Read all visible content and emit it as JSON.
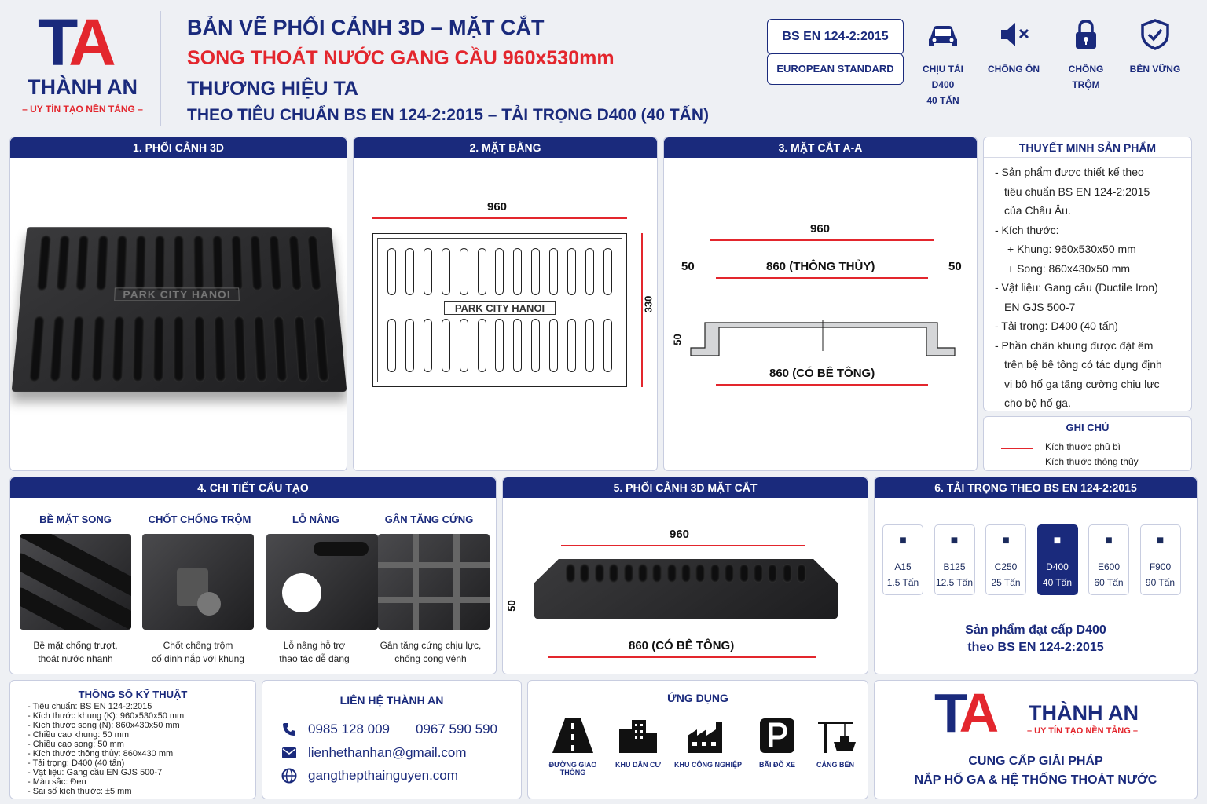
{
  "brand": {
    "logo_letters": "TA",
    "name": "THÀNH AN",
    "slogan": "– UY TÍN TẠO NỀN TẢNG –"
  },
  "header": {
    "line1": "BẢN VẼ PHỐI CẢNH 3D – MẶT CẮT",
    "line2": "SONG THOÁT NƯỚC GANG CẦU 960x530mm",
    "line3": "THƯƠNG HIỆU TA",
    "line4": "THEO TIÊU CHUẨN BS EN 124-2:2015 – TẢI TRỌNG D400 (40 TẤN)"
  },
  "standard": {
    "code": "BS EN 124-2:2015",
    "label": "EUROPEAN STANDARD"
  },
  "features": [
    {
      "icon": "car-icon",
      "label": "CHỊU TẢI",
      "sub1": "D400",
      "sub2": "40 TẤN"
    },
    {
      "icon": "mute-icon",
      "label": "CHỐNG ỒN"
    },
    {
      "icon": "lock-icon",
      "label": "CHỐNG TRỘM"
    },
    {
      "icon": "shield-icon",
      "label": "BỀN VỮNG"
    }
  ],
  "panels": {
    "p1": "1. PHỐI CẢNH 3D",
    "p2": "2. MẶT BẰNG",
    "p3": "3. MẶT CẮT A-A",
    "p4": "4. CHI TIẾT CẤU TẠO",
    "p5": "5. PHỐI CẢNH 3D MẶT CẮT",
    "p6": "6. TẢI TRỌNG THEO BS EN 124-2:2015"
  },
  "grate_text": "PARK CITY HANOI",
  "plan": {
    "width": "960",
    "height": "330"
  },
  "section": {
    "width": "960",
    "left": "50",
    "right": "50",
    "inner": "860 (THÔNG THỦY)",
    "height": "50",
    "bottom": "860 (CÓ BÊ TÔNG)"
  },
  "description": {
    "title": "THUYẾT MINH SẢN PHẨM",
    "lines": [
      "- Sản phẩm được thiết kế theo",
      "tiêu chuẩn BS EN 124-2:2015",
      "của Châu Âu.",
      "- Kích thước:",
      "+ Khung: 960x530x50 mm",
      "+ Song: 860x430x50 mm",
      "- Vật liệu: Gang cầu (Ductile Iron)",
      "EN GJS 500-7",
      "- Tải trọng: D400 (40 tấn)",
      "- Phần chân khung được đặt êm",
      "trên bệ bê tông có tác dụng định",
      "vị bộ hố ga tăng cường chịu lực",
      "cho bộ hố ga."
    ]
  },
  "legend": {
    "title": "GHI CHÚ",
    "solid": "Kích thước phủ bì",
    "dashed": "Kích thước thông thủy"
  },
  "details": [
    {
      "title": "BỀ MẶT SONG",
      "cap1": "Bề mặt chống trượt,",
      "cap2": "thoát nước nhanh"
    },
    {
      "title": "CHỐT CHỐNG TRỘM",
      "cap1": "Chốt chống trộm",
      "cap2": "cố định nắp với khung"
    },
    {
      "title": "LỖ NÂNG",
      "cap1": "Lỗ nâng hỗ trợ",
      "cap2": "thao tác dễ dàng"
    },
    {
      "title": "GÂN TĂNG CỨNG",
      "cap1": "Gân tăng cứng chịu lực,",
      "cap2": "chống cong vênh"
    }
  ],
  "section3d": {
    "width": "960",
    "height": "50",
    "bottom": "860 (CÓ BÊ TÔNG)"
  },
  "loads": [
    {
      "icon": "pedestrian-icon",
      "class": "A15",
      "tons": "1.5 Tấn"
    },
    {
      "icon": "car-icon",
      "class": "B125",
      "tons": "12.5 Tấn"
    },
    {
      "icon": "car-icon",
      "class": "C250",
      "tons": "25 Tấn"
    },
    {
      "icon": "truck-icon",
      "class": "D400",
      "tons": "40 Tấn"
    },
    {
      "icon": "truck-icon",
      "class": "E600",
      "tons": "60 Tấn"
    },
    {
      "icon": "car-icon",
      "class": "F900",
      "tons": "90 Tấn"
    }
  ],
  "load_note": {
    "line1": "Sản phẩm đạt cấp D400",
    "line2": "theo BS EN 124-2:2015"
  },
  "specs": {
    "title": "THÔNG SỐ KỸ THUẬT",
    "lines": [
      "- Tiêu chuẩn: BS EN 124-2:2015",
      "- Kích thước khung (K): 960x530x50 mm",
      "- Kích thước song (N): 860x430x50 mm",
      "- Chiều cao khung: 50 mm",
      "- Chiều cao song: 50 mm",
      "- Kích thước thông thủy: 860x430 mm",
      "- Tải trọng: D400 (40 tấn)",
      "- Vật liệu: Gang cầu EN GJS 500-7",
      "- Màu sắc: Đen",
      "- Sai số kích thước: ±5 mm"
    ]
  },
  "contact": {
    "title": "LIÊN HỆ THÀNH AN",
    "phone1": "0985 128 009",
    "phone2": "0967 590 590",
    "email": "lienhethanhan@gmail.com",
    "web": "gangthepthainguyen.com"
  },
  "applications": {
    "title": "ỨNG DỤNG",
    "items": [
      "ĐƯỜNG GIAO THÔNG",
      "KHU DÂN CƯ",
      "KHU CÔNG NGHIỆP",
      "BÃI ĐỖ XE",
      "CẢNG BẾN"
    ]
  },
  "footer": {
    "tag1": "CUNG CẤP GIẢI PHÁP",
    "tag2": "NẮP HỐ GA & HỆ THỐNG THOÁT NƯỚC"
  }
}
